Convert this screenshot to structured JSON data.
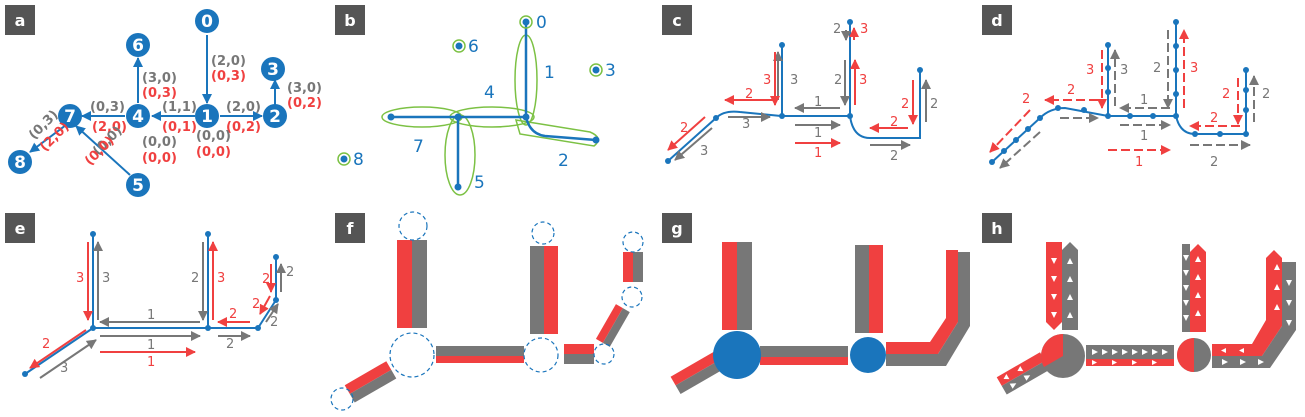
{
  "colors": {
    "blue": "#1a75bc",
    "red": "#f04040",
    "gray": "#777777",
    "green": "#7cc144",
    "tag": "#555555"
  },
  "panels": [
    "a",
    "b",
    "c",
    "d",
    "e",
    "f",
    "g",
    "h"
  ],
  "panel_a": {
    "nodes": [
      "0",
      "1",
      "2",
      "3",
      "4",
      "5",
      "6",
      "7",
      "8"
    ],
    "edge_labels": [
      {
        "gray": "(2,0)",
        "red": "(0,3)"
      },
      {
        "gray": "(2,0)",
        "red": "(0,2)"
      },
      {
        "gray": "(3,0)",
        "red": "(0,2)"
      },
      {
        "gray": "(1,1)",
        "red": "(0,1)"
      },
      {
        "gray": "(0,0)",
        "red": "(0,0)"
      },
      {
        "gray": "(3,0)",
        "red": "(0,3)"
      },
      {
        "gray": "(0,0)",
        "red": "(0,0)"
      },
      {
        "gray": "(0,3)",
        "red": "(2,0)"
      },
      {
        "gray": "(0,0)",
        "red": "(0,0)"
      },
      {
        "gray": "(0,3)",
        "red": "(2,0)"
      }
    ]
  },
  "panel_b": {
    "nodes": [
      "0",
      "3",
      "6",
      "8"
    ],
    "groups": [
      "1",
      "2",
      "4",
      "5",
      "7"
    ]
  },
  "panel_c": {
    "counts": [
      "3",
      "2",
      "1",
      "3",
      "2",
      "2",
      "1",
      "2",
      "1",
      "3",
      "2",
      "2",
      "2"
    ]
  },
  "panel_d": {
    "counts": [
      "3",
      "2",
      "1",
      "3",
      "2",
      "2",
      "1",
      "2",
      "1",
      "3",
      "2",
      "2",
      "2"
    ]
  },
  "panel_e": {
    "counts": [
      "3",
      "2",
      "1",
      "3",
      "2",
      "2",
      "1",
      "2",
      "1",
      "3",
      "2",
      "2",
      "2",
      "2"
    ]
  }
}
